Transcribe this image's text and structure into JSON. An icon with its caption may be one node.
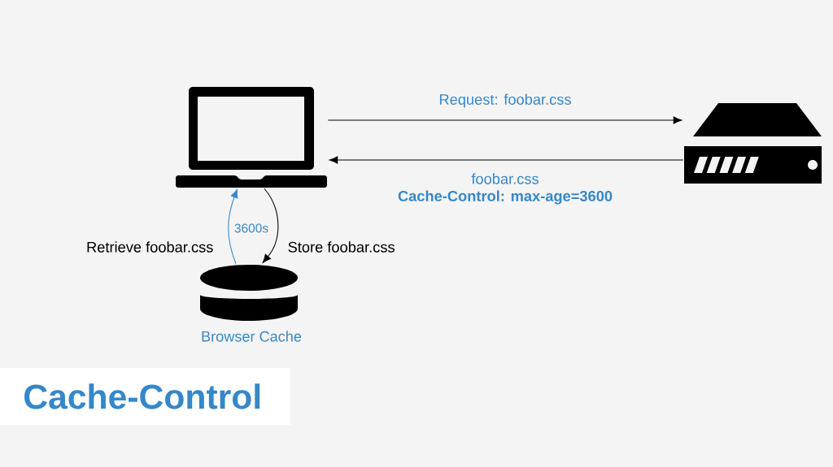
{
  "diagram": {
    "title": "Cache-Control",
    "nodes": [
      {
        "text": [],
        "shape": "picture"
      },
      {
        "text": [],
        "shape": "picture"
      },
      {
        "text": [],
        "shape": "cylinder",
        "beside": [
          "Browser Cache"
        ]
      }
    ],
    "edges": [
      {
        "from": 0,
        "to": 1,
        "arrow": "to",
        "label": "Request: foobar.css"
      },
      {
        "from": 1,
        "to": 0,
        "arrow": "to",
        "label": "foobar.css"
      },
      {
        "from": 2,
        "to": 0,
        "arrow": "to",
        "label": "Retrieve foobar.css",
        "color": "#3587c8"
      },
      {
        "from": 0,
        "to": 2,
        "arrow": "to",
        "label": "Store foobar.css"
      }
    ],
    "labels": [
      "Cache-Control: max-age=3600",
      "3600s"
    ]
  }
}
